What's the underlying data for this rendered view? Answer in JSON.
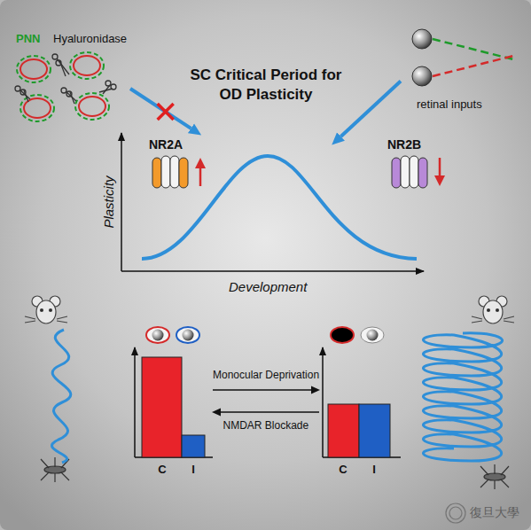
{
  "diagram": {
    "title": "SC Critical Period for OD Plasticity",
    "nodes": [
      {
        "text": [
          "PNN",
          "Hyaluronidase"
        ]
      },
      {
        "text": [
          "retinal inputs"
        ]
      },
      {
        "text": [
          "NR2A"
        ]
      },
      {
        "text": [
          "NR2B"
        ]
      },
      {
        "text": [
          "C",
          "I"
        ]
      },
      {
        "text": [
          "C",
          "I"
        ]
      }
    ],
    "edges": [
      {
        "from": 0,
        "to": 2,
        "arrow": "to"
      },
      {
        "from": 1,
        "to": 3,
        "arrow": "to"
      },
      {
        "from": 4,
        "to": 5,
        "label": "Monocular Deprivation",
        "arrow": "to"
      },
      {
        "from": 5,
        "to": 4,
        "label": "NMDAR Blockade",
        "arrow": "to"
      }
    ],
    "labels": [
      "Plasticity",
      "Development",
      "復旦大學"
    ]
  }
}
